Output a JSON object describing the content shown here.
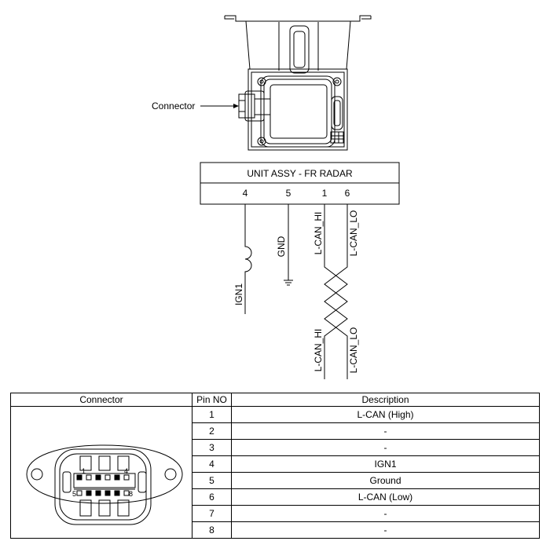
{
  "callout": {
    "connector": "Connector"
  },
  "unit": {
    "title": "UNIT ASSY - FR RADAR"
  },
  "pins_top": [
    "4",
    "5",
    "1",
    "6"
  ],
  "wire_labels": {
    "ign1": "IGN1",
    "gnd": "GND",
    "lcan_hi_upper": "L-CAN_HI",
    "lcan_lo_upper": "L-CAN_LO",
    "lcan_hi_lower": "L-CAN_HI",
    "lcan_lo_lower": "L-CAN_LO"
  },
  "connector_face": {
    "pin1": "1",
    "pin4": "4",
    "pin5": "5",
    "pin8": "8"
  },
  "table": {
    "headers": {
      "connector": "Connector",
      "pin_no": "Pin NO",
      "description": "Description"
    },
    "rows": [
      {
        "pin": "1",
        "desc": "L-CAN (High)"
      },
      {
        "pin": "2",
        "desc": "-"
      },
      {
        "pin": "3",
        "desc": "-"
      },
      {
        "pin": "4",
        "desc": "IGN1"
      },
      {
        "pin": "5",
        "desc": "Ground"
      },
      {
        "pin": "6",
        "desc": "L-CAN (Low)"
      },
      {
        "pin": "7",
        "desc": "-"
      },
      {
        "pin": "8",
        "desc": "-"
      }
    ]
  }
}
